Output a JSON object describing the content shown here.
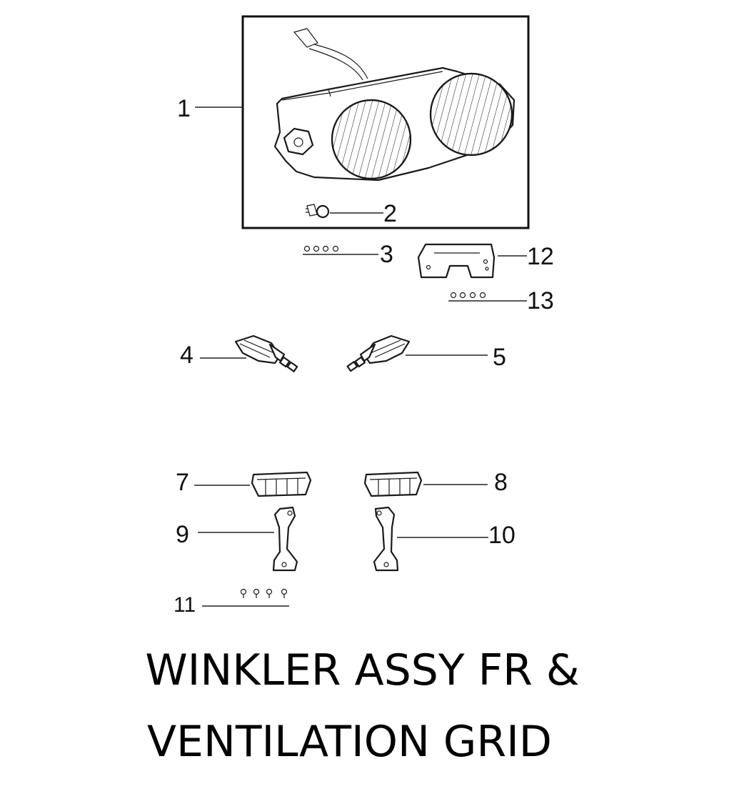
{
  "title": {
    "line1": "WINKLER ASSY FR &",
    "line2": "VENTILATION GRID"
  },
  "callouts": {
    "p1": "1",
    "p2": "2",
    "p3": "3",
    "p4": "4",
    "p5": "5",
    "p7": "7",
    "p8": "8",
    "p9": "9",
    "p10": "10",
    "p11": "11",
    "p12": "12",
    "p13": "13"
  }
}
